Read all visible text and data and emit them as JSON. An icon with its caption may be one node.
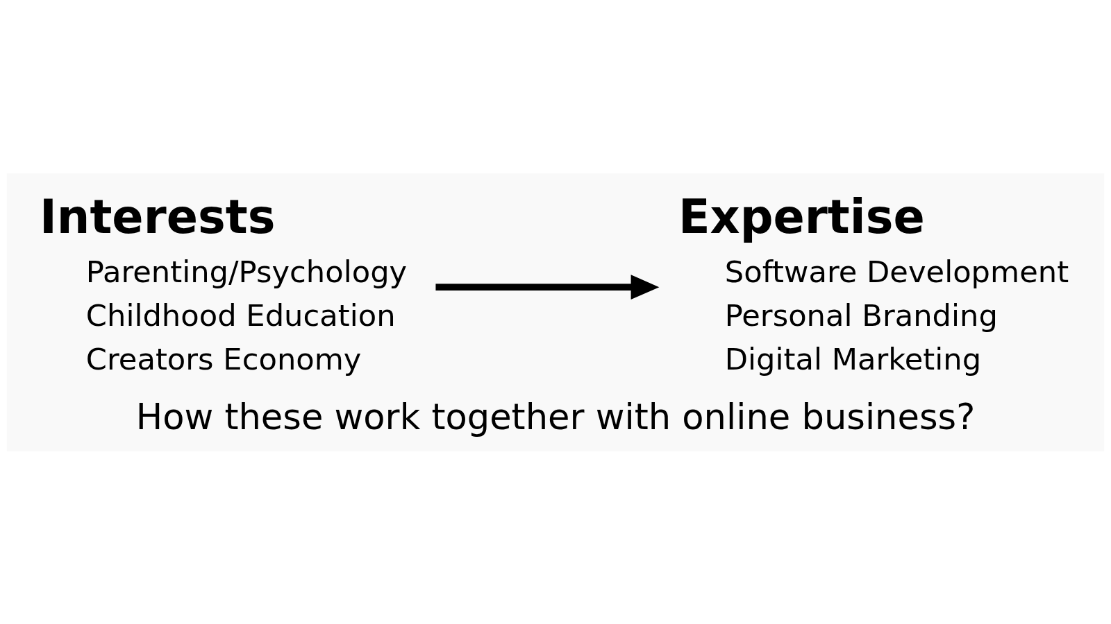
{
  "diagram": {
    "caption": "How these work together with online business?",
    "nodes": [
      {
        "text": [
          "Interests",
          "Parenting/Psychology",
          "Childhood Education",
          "Creators Economy"
        ]
      },
      {
        "text": [
          "Expertise",
          "Software Development",
          "Personal Branding",
          "Digital Marketing"
        ]
      }
    ],
    "edges": [
      {
        "from": 0,
        "to": 1,
        "arrow": "to"
      }
    ]
  }
}
